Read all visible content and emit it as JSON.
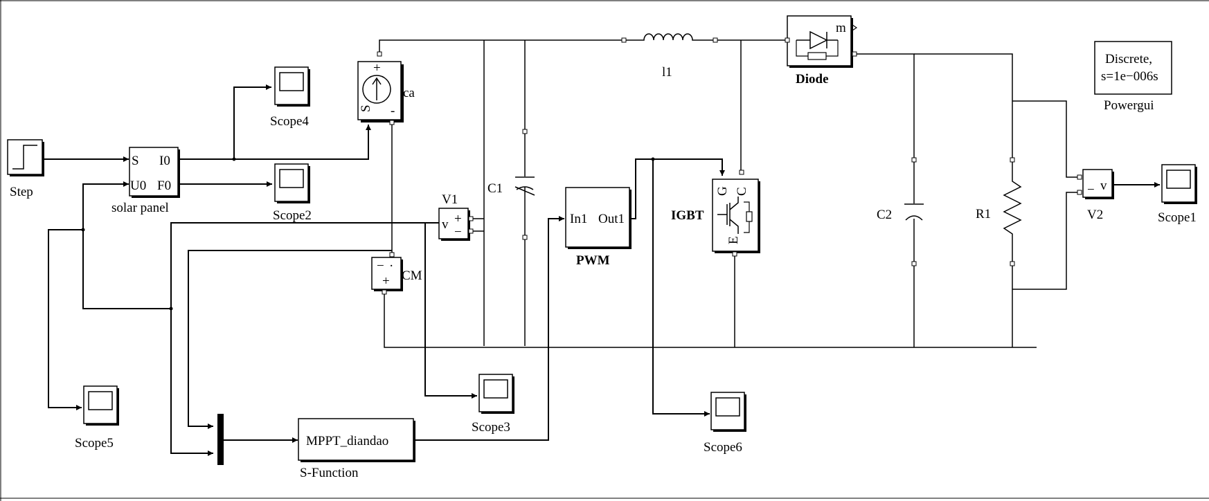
{
  "blocks": {
    "step": "Step",
    "solar_panel": "solar panel",
    "solar_in_s": "S",
    "solar_in_u": "U0",
    "solar_out_i": "I0",
    "solar_out_f": "F0",
    "ca": "ca",
    "ca_plus": "+",
    "ca_s": "S",
    "ca_minus": "-",
    "scope4": "Scope4",
    "scope2": "Scope2",
    "scope5": "Scope5",
    "scope3": "Scope3",
    "scope6": "Scope6",
    "scope1": "Scope1",
    "v1": "V1",
    "v1_v": "v",
    "v1_plus": "+",
    "v1_minus": "−",
    "cm": "CM",
    "cm_minus": "−",
    "cm_dot": "·",
    "cm_plus": "+",
    "c1": "C1",
    "pwm": "PWM",
    "pwm_in": "In1",
    "pwm_out": "Out1",
    "l1": "l1",
    "diode": "Diode",
    "diode_m": "m",
    "igbt": "IGBT",
    "igbt_g": "G",
    "igbt_c": "C",
    "igbt_e": "E",
    "c2": "C2",
    "r1": "R1",
    "v2": "V2",
    "v2_v": "v",
    "powergui_line1": "Discrete,",
    "powergui_line2": "s=1e−006s",
    "powergui": "Powergui",
    "sfunc_name": "MPPT_diandao",
    "sfunc": "S-Function"
  }
}
